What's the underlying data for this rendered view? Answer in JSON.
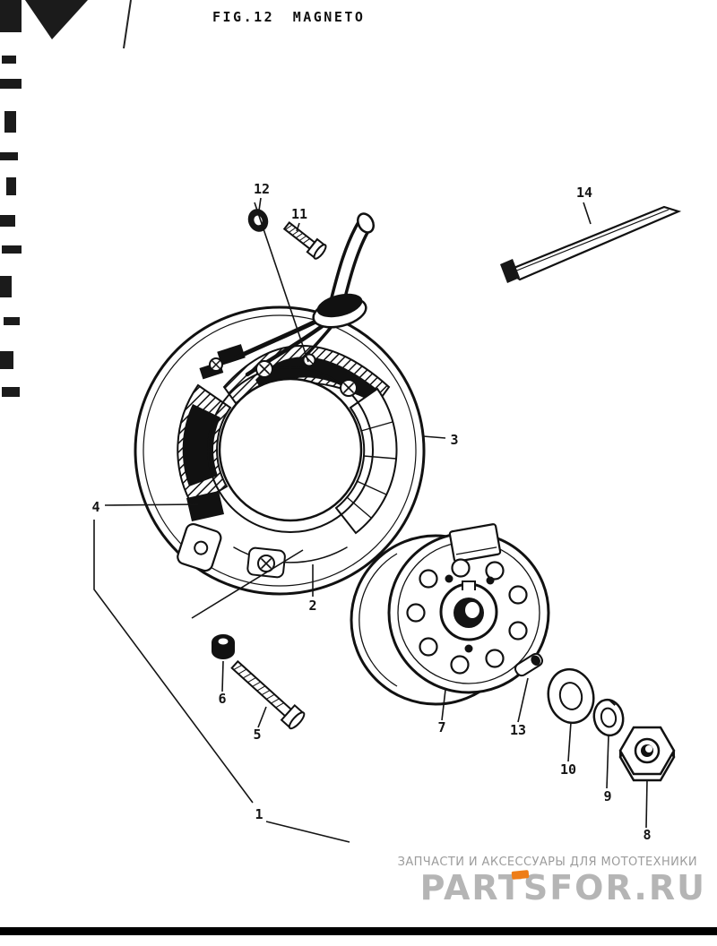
{
  "page": {
    "title": "FIG.12 MAGNETO"
  },
  "parts": [
    {
      "number": "1"
    },
    {
      "number": "2"
    },
    {
      "number": "3"
    },
    {
      "number": "4"
    },
    {
      "number": "5"
    },
    {
      "number": "6"
    },
    {
      "number": "7"
    },
    {
      "number": "8"
    },
    {
      "number": "9"
    },
    {
      "number": "10"
    },
    {
      "number": "11"
    },
    {
      "number": "12"
    },
    {
      "number": "13"
    },
    {
      "number": "14"
    }
  ],
  "watermark": {
    "tagline": "ЗАПЧАСТИ И АКСЕССУАРЫ ДЛЯ МОТОТЕХНИКИ",
    "logo": "PARTSFOR.RU",
    "logo_color": "#b5b5b5",
    "accent_color": "#ee7d18",
    "line_color": "#141414"
  }
}
